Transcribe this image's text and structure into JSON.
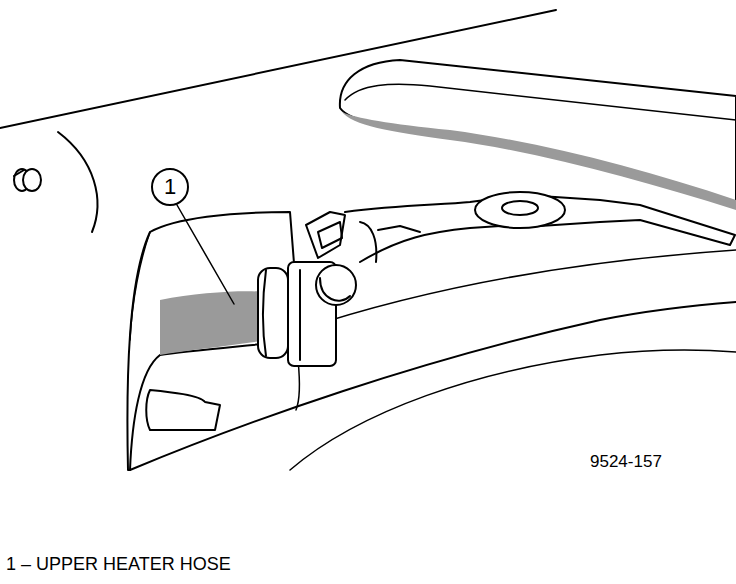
{
  "diagram": {
    "nodes": [
      {
        "text": [
          "1"
        ]
      }
    ],
    "labels": [
      "9524-157",
      "1 – UPPER HEATER HOSE"
    ]
  }
}
